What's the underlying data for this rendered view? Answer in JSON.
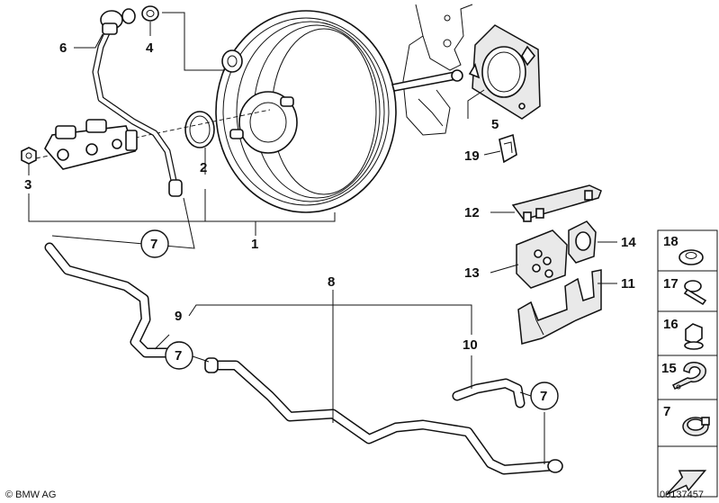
{
  "labels": {
    "p1": "1",
    "p2": "2",
    "p3": "3",
    "p4": "4",
    "p5": "5",
    "p6": "6",
    "p7a": "7",
    "p7b": "7",
    "p7c": "7",
    "p7side": "7",
    "p8": "8",
    "p9": "9",
    "p10": "10",
    "p11": "11",
    "p12": "12",
    "p13": "13",
    "p14": "14",
    "p15": "15",
    "p16": "16",
    "p17": "17",
    "p18": "18",
    "p19": "19"
  },
  "footer": {
    "copyright": "© BMW AG",
    "diagram_number": "00137457"
  }
}
